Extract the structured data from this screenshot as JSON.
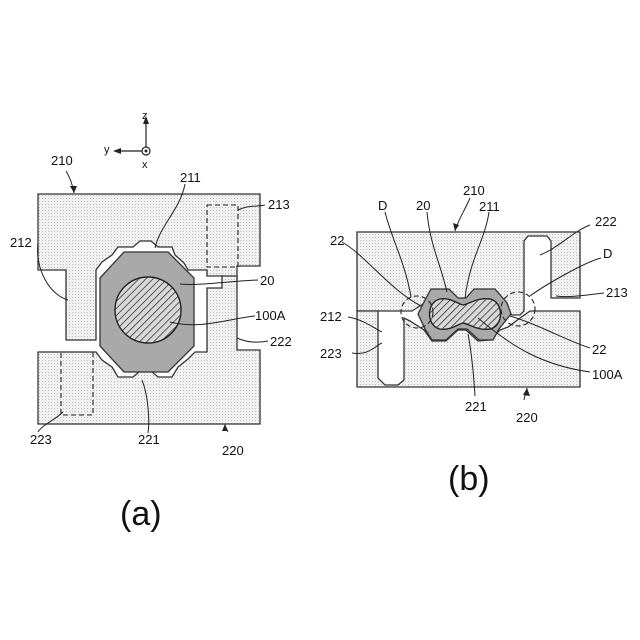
{
  "panel_a": {
    "caption": "(a)",
    "axes": {
      "z": "z",
      "y": "y",
      "x": "x"
    },
    "labels": {
      "l210": "210",
      "l211": "211",
      "l213": "213",
      "l212": "212",
      "l20": "20",
      "l100A": "100A",
      "l222": "222",
      "l223": "223",
      "l221": "221",
      "l220": "220"
    }
  },
  "panel_b": {
    "caption": "(b)",
    "labels": {
      "l210": "210",
      "lD_left": "D",
      "l20": "20",
      "l211": "211",
      "l222": "222",
      "l22_left": "22",
      "lD_right": "D",
      "l213": "213",
      "l212": "212",
      "l223": "223",
      "l22_right": "22",
      "l100A": "100A",
      "l221": "221",
      "l220": "220"
    }
  }
}
